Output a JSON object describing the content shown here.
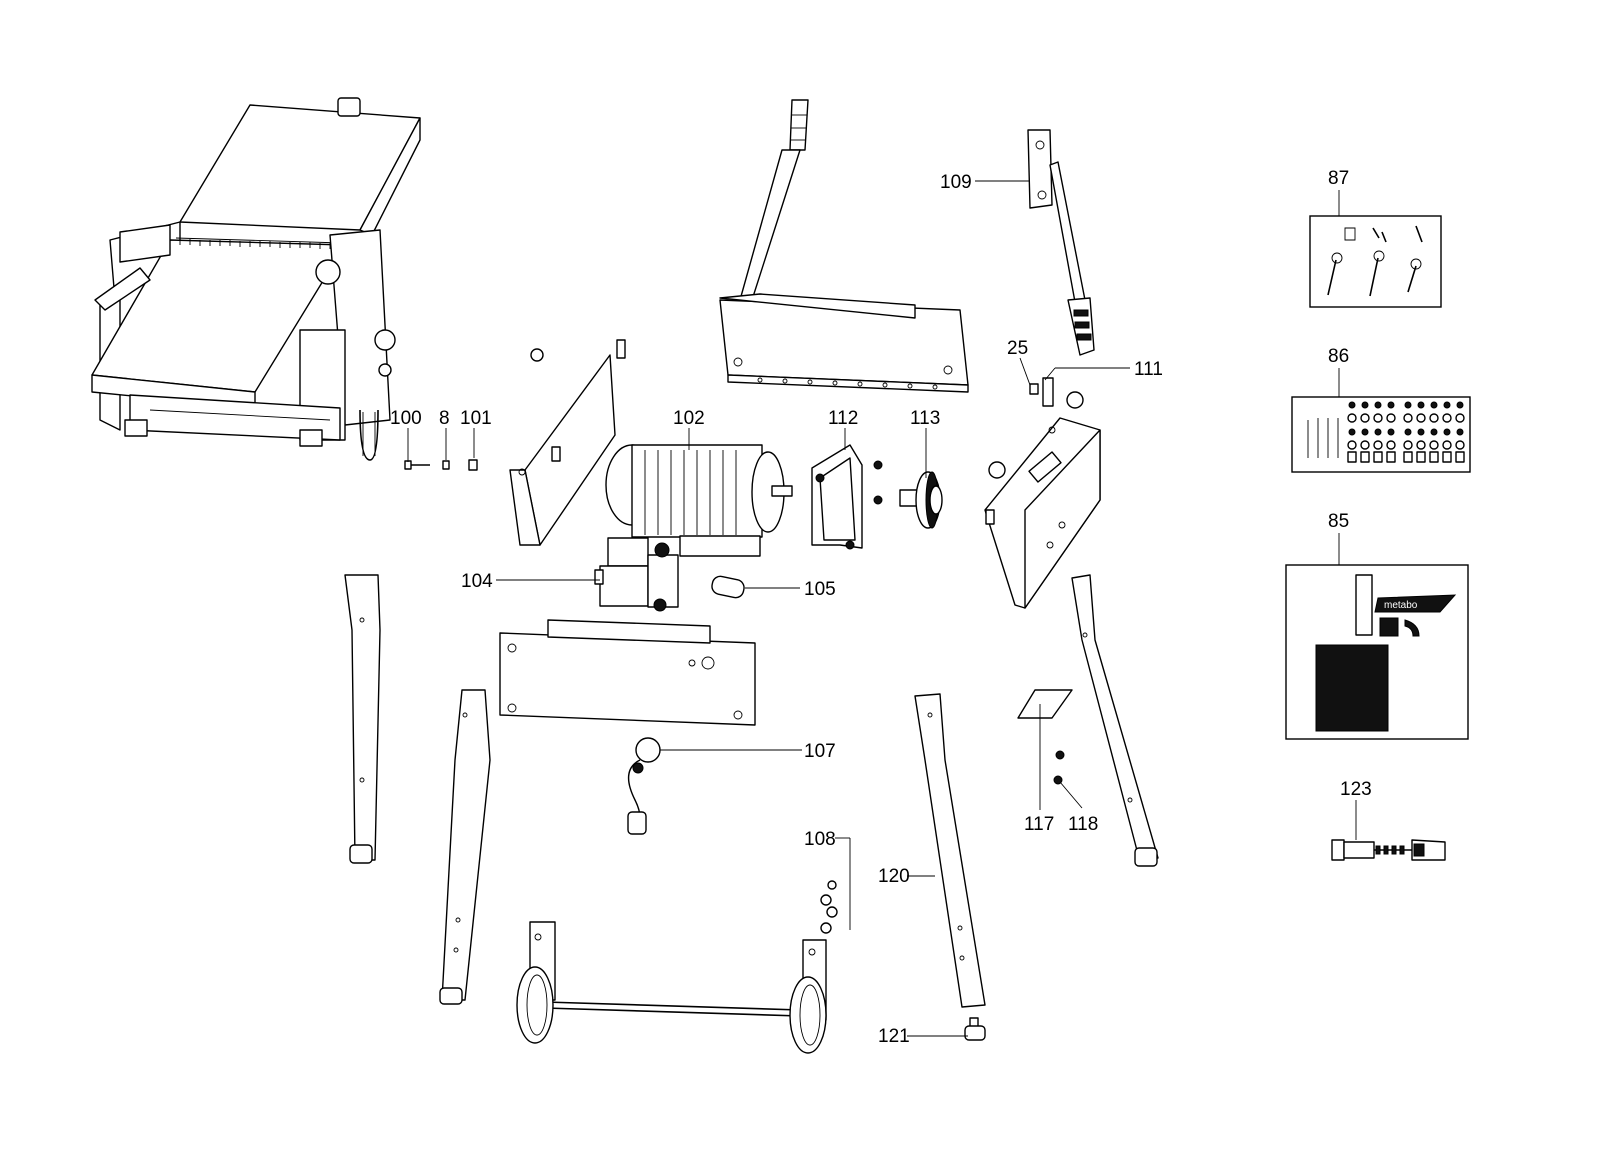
{
  "diagram": {
    "colors": {
      "line": "#000000",
      "background": "#ffffff"
    },
    "callouts": [
      "100",
      "8",
      "101",
      "102",
      "104",
      "105",
      "107",
      "108",
      "109",
      "111",
      "112",
      "113",
      "117",
      "118",
      "120",
      "121",
      "123",
      "25",
      "85",
      "86",
      "87"
    ],
    "brand_label": "metabo"
  }
}
